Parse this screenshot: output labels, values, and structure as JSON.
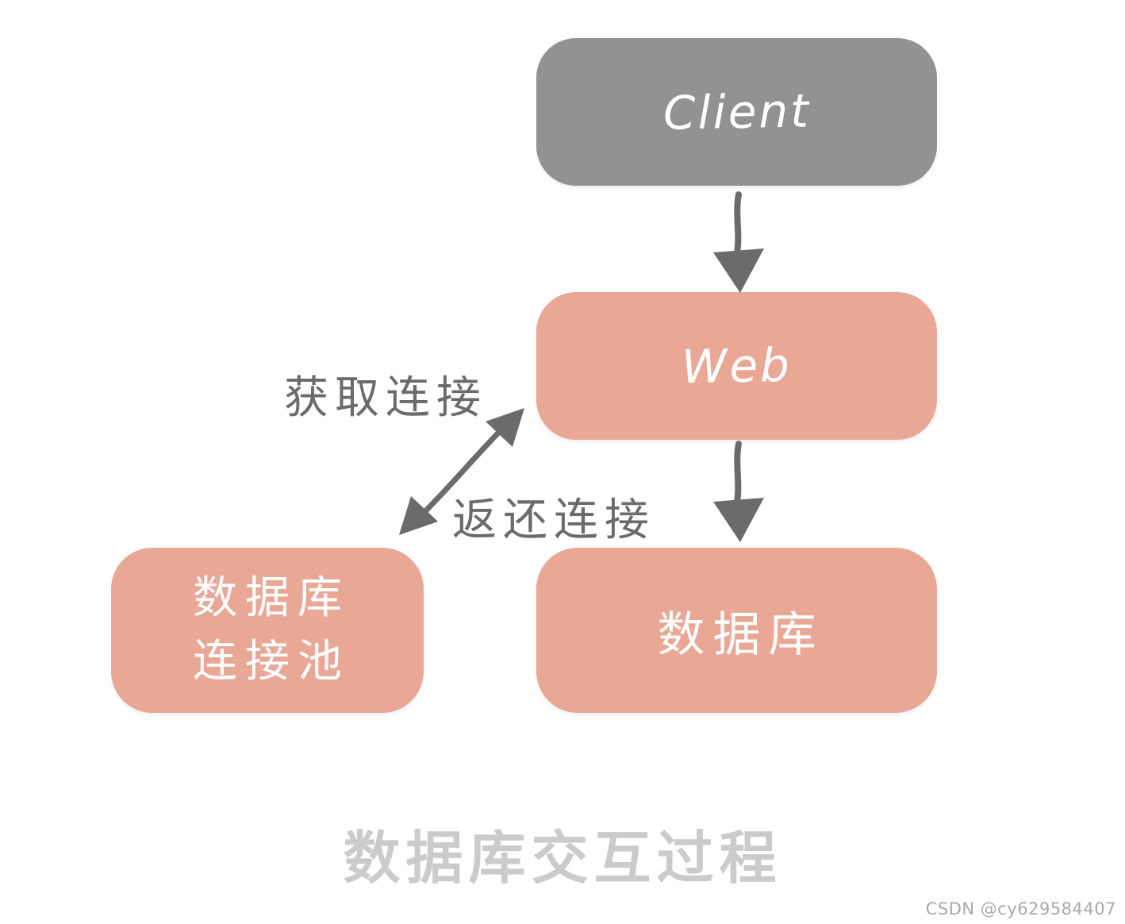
{
  "nodes": {
    "client": {
      "label": "Client"
    },
    "web": {
      "label": "Web"
    },
    "database": {
      "label": "数据库"
    },
    "pool": {
      "line1": "数据库",
      "line2": "连接池"
    }
  },
  "edge_labels": {
    "acquire": "获取连接",
    "release": "返还连接"
  },
  "caption": "数据库交互过程",
  "watermark": "CSDN @cy629584407",
  "colors": {
    "node_gray": "#929292",
    "node_pink": "#e9a795",
    "node_text": "#ffffff",
    "arrow": "#6b6b6b",
    "edge_label_text": "#6b6b6b",
    "caption_text": "#cbcbcb",
    "watermark_text": "#a9a9a9",
    "background": "#ffffff"
  }
}
